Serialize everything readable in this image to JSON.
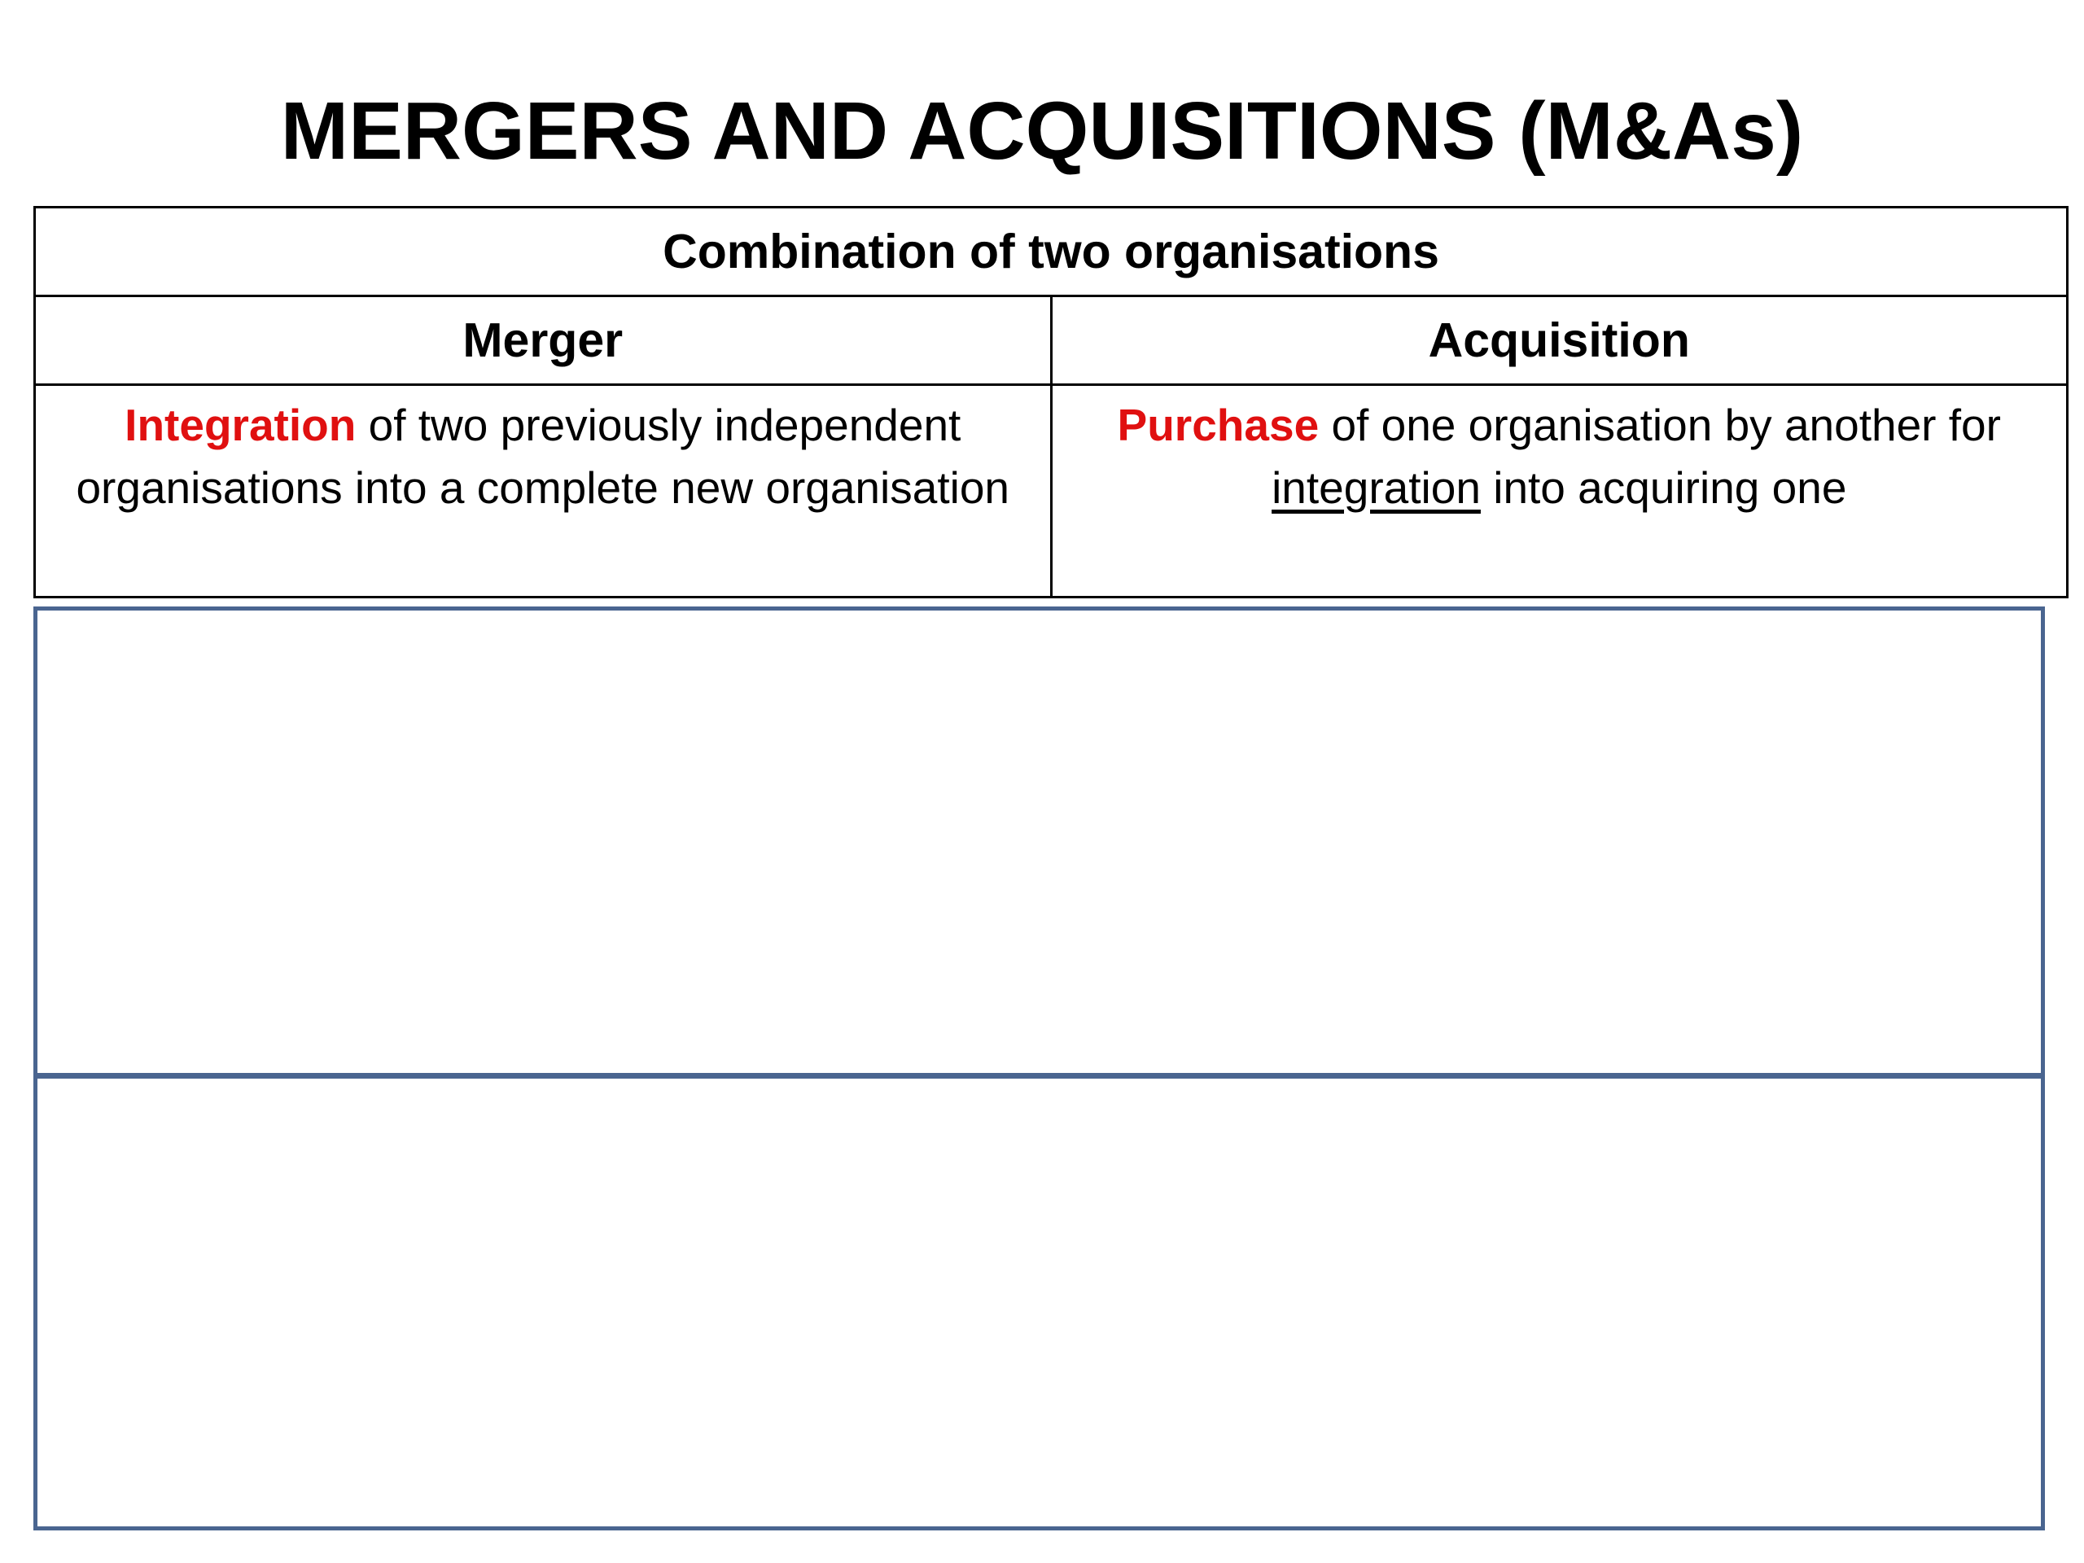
{
  "title": "MERGERS AND ACQUISITIONS (M&As)",
  "table": {
    "caption": "Combination of two organisations",
    "merger": {
      "heading": "Merger",
      "keyword": "Integration",
      "text_line1": " of two previously independent",
      "text_rest": "organisations into a complete new organisation"
    },
    "acquisition": {
      "heading": "Acquisition",
      "keyword": "Purchase",
      "text_line1": " of one organisation by another for",
      "underlined": "integration",
      "text_rest": " into acquiring one"
    }
  },
  "colors": {
    "keyword": "#e01010",
    "box_border": "#4a6590"
  }
}
